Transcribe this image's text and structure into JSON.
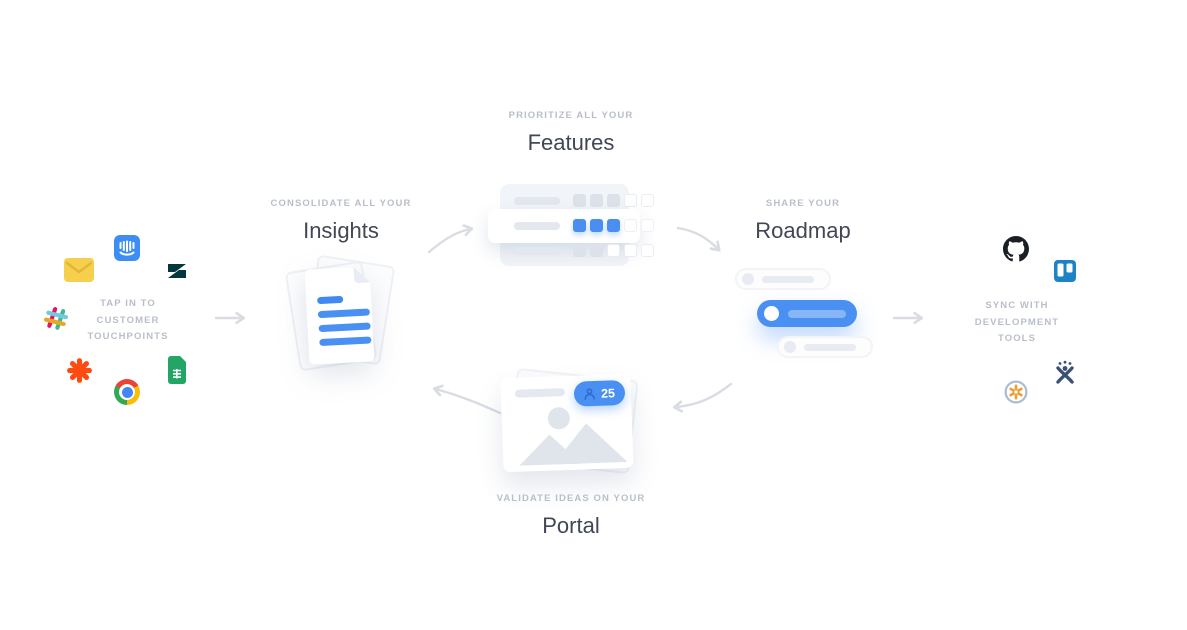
{
  "colors": {
    "accent_blue": "#4a90f2",
    "square_blue": "#4a8ef2",
    "label_gray": "#b9bfc9",
    "title_gray": "#414755",
    "arrow_gray": "#d9dce3"
  },
  "nodes": {
    "touchpoints": {
      "label_lines": [
        "TAP IN TO",
        "CUSTOMER",
        "TOUCHPOINTS"
      ],
      "icons": [
        "mail",
        "intercom",
        "zendesk",
        "slack",
        "zapier",
        "chrome",
        "google-sheets"
      ]
    },
    "insights": {
      "kicker": "CONSOLIDATE ALL YOUR",
      "title": "Insights",
      "illustration": "document-stack"
    },
    "features": {
      "kicker": "PRIORITIZE ALL YOUR",
      "title": "Features",
      "illustration": "priority-table",
      "rows": [
        {
          "highlight": false,
          "filled": 3,
          "empty": 2
        },
        {
          "highlight": true,
          "filled": 3,
          "empty": 2
        },
        {
          "highlight": false,
          "filled": 2,
          "empty": 3
        }
      ]
    },
    "roadmap": {
      "kicker": "SHARE YOUR",
      "title": "Roadmap",
      "illustration": "timeline-bars",
      "bars": [
        {
          "style": "ghost"
        },
        {
          "style": "active"
        },
        {
          "style": "ghost"
        }
      ]
    },
    "devtools": {
      "label_lines": [
        "SYNC WITH",
        "DEVELOPMENT",
        "TOOLS"
      ],
      "icons": [
        "github",
        "trello",
        "jira",
        "pivotal-tracker"
      ]
    },
    "portal": {
      "kicker": "VALIDATE IDEAS ON YOUR",
      "title": "Portal",
      "illustration": "idea-card",
      "badge": {
        "icon": "voters-person",
        "count": "25"
      }
    }
  }
}
